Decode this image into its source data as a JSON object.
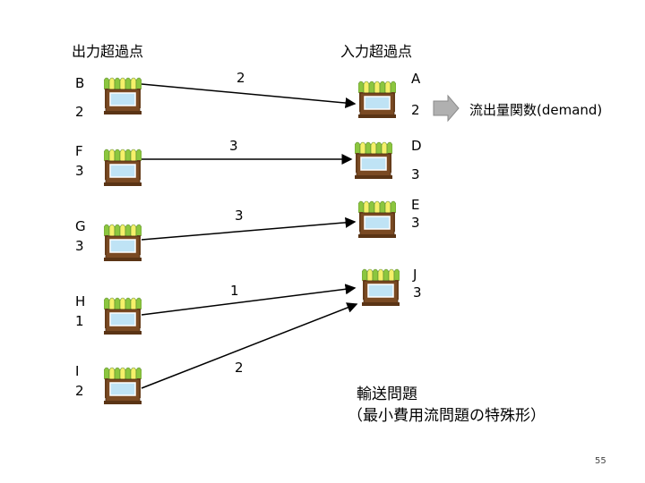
{
  "headers": {
    "supply": "出力超過点",
    "demand": "入力超過点"
  },
  "nodes": {
    "B": {
      "name": "B",
      "value": "2"
    },
    "F": {
      "name": "F",
      "value": "3"
    },
    "G": {
      "name": "G",
      "value": "3"
    },
    "H": {
      "name": "H",
      "value": "1"
    },
    "I": {
      "name": "I",
      "value": "2"
    },
    "A": {
      "name": "A",
      "value": "2"
    },
    "D": {
      "name": "D",
      "value": "3"
    },
    "E": {
      "name": "E",
      "value": "3"
    },
    "J": {
      "name": "J",
      "value": "3"
    }
  },
  "flows": [
    {
      "from": "B",
      "to": "A",
      "amount": "2"
    },
    {
      "from": "F",
      "to": "D",
      "amount": "3"
    },
    {
      "from": "G",
      "to": "E",
      "amount": "3"
    },
    {
      "from": "H",
      "to": "J",
      "amount": "1"
    },
    {
      "from": "I",
      "to": "J",
      "amount": "2"
    }
  ],
  "demand_function_label": "流出量関数(demand)",
  "title_line1": "輸送問題",
  "title_line2": "（最小費用流問題の特殊形）",
  "page_number": "55",
  "colors": {
    "awning_green": "#8cc63f",
    "awning_yellow": "#f5f06a",
    "wood": "#7a4a23",
    "window": "#bfe3f5",
    "arrow_gray": "#b0b0b0"
  }
}
